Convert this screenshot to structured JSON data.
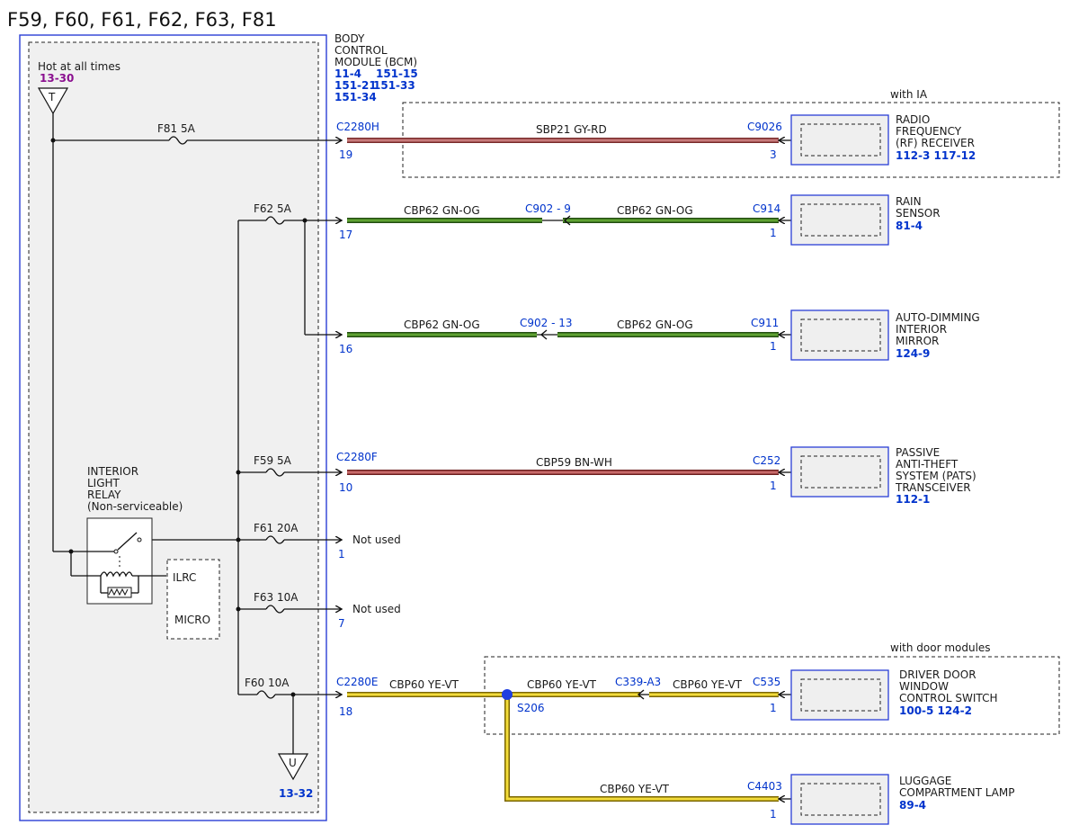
{
  "title": "F59, F60, F61, F62, F63, F81",
  "bcm": {
    "name_lines": [
      "BODY",
      "CONTROL",
      "MODULE (BCM)"
    ],
    "refs": [
      "11-4",
      "151-15",
      "151-21",
      "151-33",
      "151-34"
    ]
  },
  "hot_at_all_times": {
    "label": "Hot at all times",
    "ref": "13-30",
    "connector_letter": "T"
  },
  "ground_ref": {
    "letter": "U",
    "ref": "13-32"
  },
  "relay": {
    "lines": [
      "INTERIOR",
      "LIGHT",
      "RELAY",
      "(Non-serviceable)"
    ]
  },
  "micro": {
    "ilrc": "ILRC",
    "micro": "MICRO"
  },
  "fuses": {
    "f81": "F81  5A",
    "f62": "F62  5A",
    "f59": "F59  5A",
    "f61": "F61  20A",
    "f63": "F63  10A",
    "f60": "F60  10A"
  },
  "not_used": "Not used",
  "options": {
    "with_ia": "with IA",
    "with_door_modules": "with door modules"
  },
  "circuits": {
    "rf": {
      "bcm_conn": "C2280H",
      "bcm_pin": "19",
      "wire": "SBP21  GY-RD",
      "dev_conn": "C9026",
      "dev_pin": "3",
      "device_lines": [
        "RADIO",
        "FREQUENCY",
        "(RF) RECEIVER"
      ],
      "device_refs": "112-3  117-12"
    },
    "rain": {
      "bcm_pin": "17",
      "wire1": "CBP62  GN-OG",
      "inline": "C902 - 9",
      "wire2": "CBP62  GN-OG",
      "dev_conn": "C914",
      "dev_pin": "1",
      "device_lines": [
        "RAIN",
        "SENSOR"
      ],
      "device_refs": "81-4"
    },
    "mirror": {
      "bcm_pin": "16",
      "wire1": "CBP62  GN-OG",
      "inline": "C902 - 13",
      "wire2": "CBP62  GN-OG",
      "dev_conn": "C911",
      "dev_pin": "1",
      "device_lines": [
        "AUTO-DIMMING",
        "INTERIOR",
        "MIRROR"
      ],
      "device_refs": "124-9"
    },
    "pats": {
      "bcm_conn": "C2280F",
      "bcm_pin": "10",
      "wire": "CBP59  BN-WH",
      "dev_conn": "C252",
      "dev_pin": "1",
      "device_lines": [
        "PASSIVE",
        "ANTI-THEFT",
        "SYSTEM (PATS)",
        "TRANSCEIVER"
      ],
      "device_refs": "112-1"
    },
    "f61_pin": "1",
    "f63_pin": "7",
    "door": {
      "bcm_conn": "C2280E",
      "bcm_pin": "18",
      "wire1": "CBP60  YE-VT",
      "splice": "S206",
      "wire2": "CBP60  YE-VT",
      "inline": "C339-A3",
      "wire3": "CBP60  YE-VT",
      "dev_conn": "C535",
      "dev_pin": "1",
      "device_lines": [
        "DRIVER DOOR",
        "WINDOW",
        "CONTROL SWITCH"
      ],
      "device_refs": "100-5 124-2"
    },
    "lamp": {
      "wire": "CBP60  YE-VT",
      "dev_conn": "C4403",
      "dev_pin": "1",
      "device_lines": [
        "LUGGAGE",
        "COMPARTMENT LAMP"
      ],
      "device_refs": "89-4"
    }
  },
  "colors": {
    "gy_rd": "#b86060",
    "gn_og": "#3f7f1f",
    "bn_wh": "#b05050",
    "ye_vt": "#e8c500",
    "label_blue": "#0033cc",
    "ref_purple": "#8a0f8f"
  }
}
